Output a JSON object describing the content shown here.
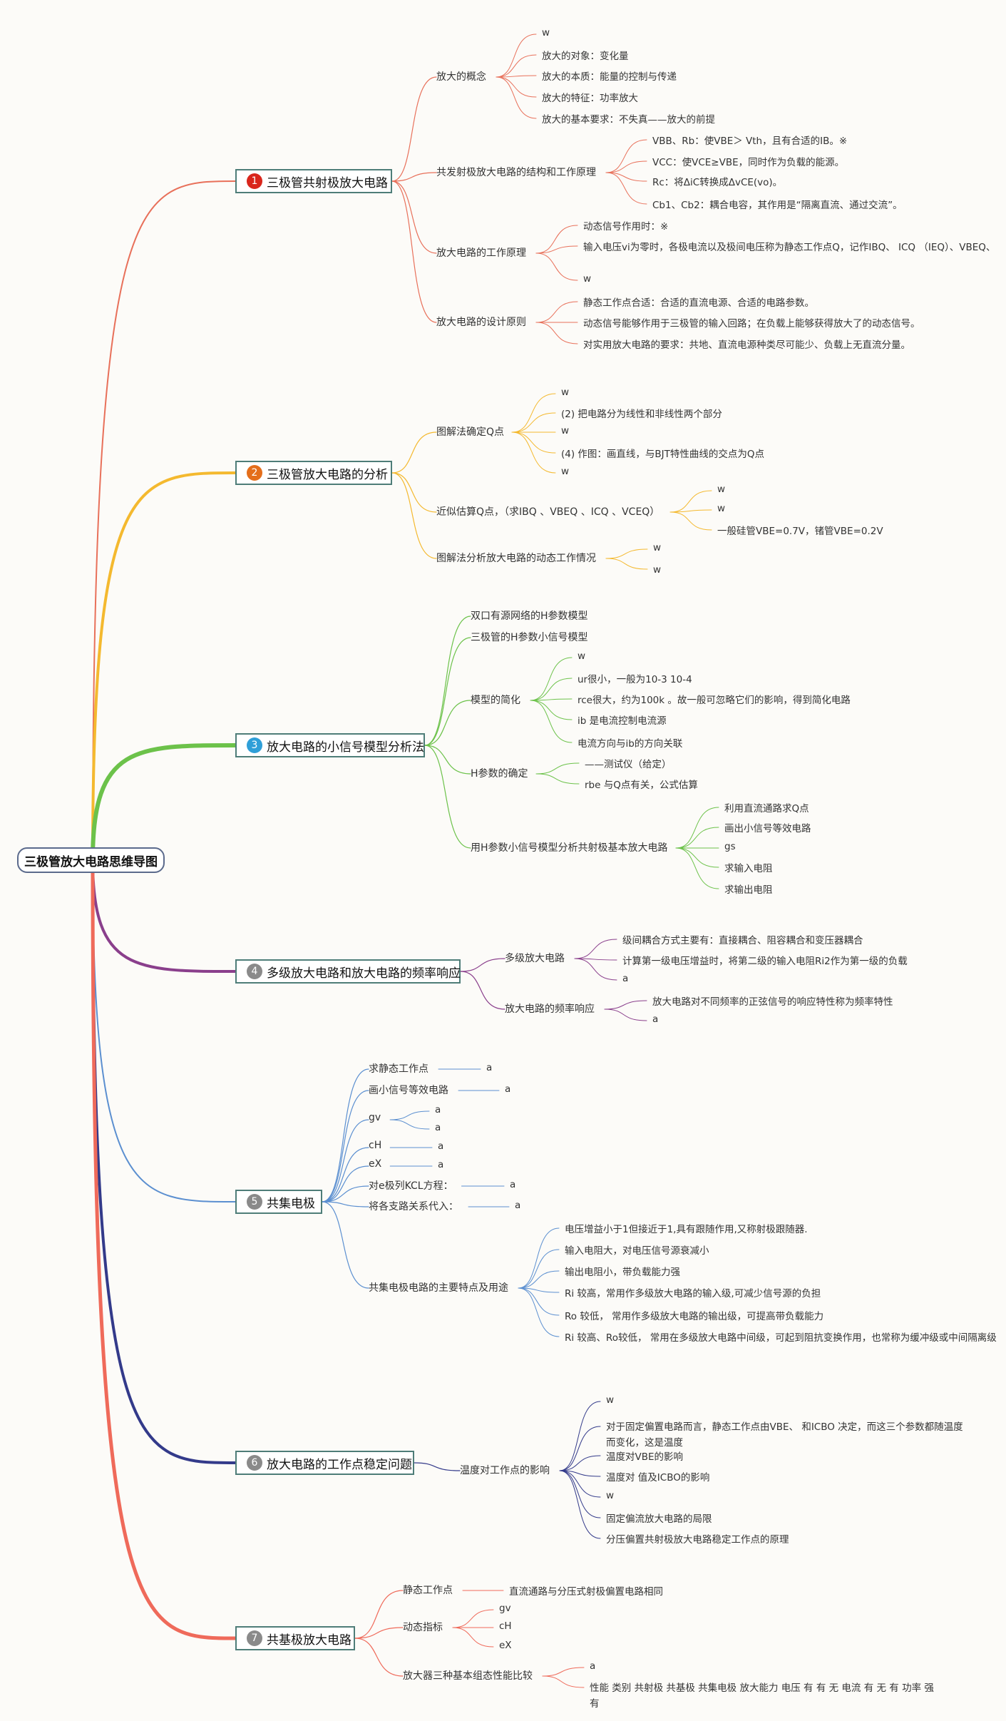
{
  "root": "三极管放大电路思维导图",
  "colors": {
    "b1": "#e8705a",
    "b2": "#f4b92f",
    "b3": "#6cc24a",
    "b4": "#8a3f8c",
    "b5": "#5b8fd0",
    "b6": "#333a8a",
    "b7": "#ef6a5a",
    "badge1": "#d9261c",
    "badge2": "#e46e1b",
    "badge3": "#2f9fd8",
    "badge_gray": "#8a8a8a"
  },
  "branches": [
    {
      "num": "1",
      "title": "三极管共射极放大电路",
      "subs": [
        {
          "label": "放大的概念",
          "leaves": [
            "w",
            "放大的对象：变化量",
            "放大的本质：能量的控制与传递",
            "放大的特征：功率放大",
            "放大的基本要求：不失真——放大的前提"
          ]
        },
        {
          "label": "共发射极放大电路的结构和工作原理",
          "leaves": [
            "VBB、Rb：使VBE＞ Vth，且有合适的IB。※",
            "VCC：使VCE≥VBE，同时作为负载的能源。",
            "Rc：将ΔiC转换成ΔvCE(vo)。",
            "Cb1、Cb2：耦合电容，其作用是“隔离直流、通过交流”。"
          ]
        },
        {
          "label": "放大电路的工作原理",
          "leaves": [
            "动态信号作用时：※",
            "输入电压vi为零时，各极电流以及极间电压称为静态工作点Q，记作IBQ、 ICQ （IEQ）、VBEQ、",
            "w"
          ]
        },
        {
          "label": "放大电路的设计原则",
          "leaves": [
            "静态工作点合适：合适的直流电源、合适的电路参数。",
            "动态信号能够作用于三极管的输入回路；在负载上能够获得放大了的动态信号。",
            "对实用放大电路的要求：共地、直流电源种类尽可能少、负载上无直流分量。"
          ]
        }
      ]
    },
    {
      "num": "2",
      "title": "三极管放大电路的分析",
      "subs": [
        {
          "label": "图解法确定Q点",
          "leaves": [
            "w",
            "(2) 把电路分为线性和非线性两个部分",
            "w",
            "(4) 作图：画直线，与BJT特性曲线的交点为Q点",
            "w"
          ]
        },
        {
          "label": "近似估算Q点，（求IBQ 、VBEQ 、ICQ 、VCEQ）",
          "leaves": [
            "w",
            "w",
            "一般硅管VBE=0.7V，锗管VBE=0.2V"
          ]
        },
        {
          "label": "图解法分析放大电路的动态工作情况",
          "leaves": [
            "w",
            "w"
          ]
        }
      ]
    },
    {
      "num": "3",
      "title": "放大电路的小信号模型分析法",
      "subs": [
        {
          "label": "双口有源网络的H参数模型",
          "leaves": []
        },
        {
          "label": "三极管的H参数小信号模型",
          "leaves": []
        },
        {
          "label": "模型的简化",
          "leaves": [
            "w",
            "ur很小，一般为10-3 10-4",
            "rce很大，约为100k 。故一般可忽略它们的影响，得到简化电路",
            "ib 是电流控制电流源",
            "电流方向与ib的方向关联"
          ]
        },
        {
          "label": "H参数的确定",
          "leaves": [
            "——测试仪（给定）",
            "rbe 与Q点有关，公式估算"
          ]
        },
        {
          "label": "用H参数小信号模型分析共射极基本放大电路",
          "leaves": [
            "利用直流通路求Q点",
            "画出小信号等效电路",
            "gs",
            "求输入电阻",
            "求输出电阻"
          ]
        }
      ]
    },
    {
      "num": "4",
      "title": "多级放大电路和放大电路的频率响应",
      "subs": [
        {
          "label": "多级放大电路",
          "leaves": [
            "级间耦合方式主要有：直接耦合、阻容耦合和变压器耦合",
            "计算第一级电压增益时，将第二级的输入电阻Ri2作为第一级的负载",
            "a"
          ]
        },
        {
          "label": "放大电路的频率响应",
          "leaves": [
            "放大电路对不同频率的正弦信号的响应特性称为频率特性",
            "a"
          ]
        }
      ]
    },
    {
      "num": "5",
      "title": "共集电极",
      "subs": [
        {
          "label": "求静态工作点",
          "leaves": [
            "a"
          ]
        },
        {
          "label": "画小信号等效电路",
          "leaves": [
            "a"
          ]
        },
        {
          "label": "gv",
          "leaves": [
            "a",
            "a"
          ]
        },
        {
          "label": "cH",
          "leaves": [
            "a"
          ]
        },
        {
          "label": "eX",
          "leaves": [
            "a"
          ]
        },
        {
          "label": "对e极列KCL方程：",
          "leaves": [
            "a"
          ]
        },
        {
          "label": "将各支路关系代入：",
          "leaves": [
            "a"
          ]
        },
        {
          "label": "共集电极电路的主要特点及用途",
          "leaves": [
            "电压增益小于1但接近于1,具有跟随作用,又称射极跟随器.",
            "输入电阻大，对电压信号源衰减小",
            "输出电阻小，带负载能力强",
            "Ri 较高，常用作多级放大电路的输入级,可减少信号源的负担",
            "Ro 较低， 常用作多级放大电路的输出级，可提高带负载能力",
            "Ri 较高、Ro较低， 常用在多级放大电路中间级，可起到阻抗变换作用，也常称为缓冲级或中间隔离级"
          ]
        }
      ]
    },
    {
      "num": "6",
      "title": "放大电路的工作点稳定问题",
      "subs": [
        {
          "label": "温度对工作点的影响",
          "leaves": [
            "w",
            "对于固定偏置电路而言，静态工作点由VBE、 和ICBO 决定，而这三个参数都随温度而变化，这是温度",
            "温度对VBE的影响",
            "温度对 值及ICBO的影响",
            "w",
            "固定偏流放大电路的局限",
            "分压偏置共射极放大电路稳定工作点的原理"
          ]
        }
      ]
    },
    {
      "num": "7",
      "title": "共基极放大电路",
      "subs": [
        {
          "label": "静态工作点",
          "leaves": [
            "直流通路与分压式射极偏置电路相同"
          ]
        },
        {
          "label": "动态指标",
          "leaves": [
            "gv",
            "cH",
            "eX"
          ]
        },
        {
          "label": "放大器三种基本组态性能比较",
          "leaves": [
            "a",
            "性能 类别 共射极 共基极 共集电极 放大能力 电压 有 有 无 电流 有 无 有 功率 强 有"
          ]
        }
      ]
    }
  ]
}
